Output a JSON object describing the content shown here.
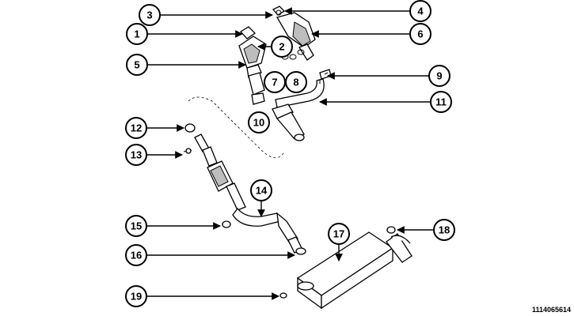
{
  "diagram": {
    "reference_number": "1114065614",
    "callouts": [
      {
        "id": "callout-1",
        "label": "1"
      },
      {
        "id": "callout-2",
        "label": "2"
      },
      {
        "id": "callout-3",
        "label": "3"
      },
      {
        "id": "callout-4",
        "label": "4"
      },
      {
        "id": "callout-5",
        "label": "5"
      },
      {
        "id": "callout-6",
        "label": "6"
      },
      {
        "id": "callout-7",
        "label": "7"
      },
      {
        "id": "callout-8",
        "label": "8"
      },
      {
        "id": "callout-9",
        "label": "9"
      },
      {
        "id": "callout-10",
        "label": "10"
      },
      {
        "id": "callout-11",
        "label": "11"
      },
      {
        "id": "callout-12",
        "label": "12"
      },
      {
        "id": "callout-13",
        "label": "13"
      },
      {
        "id": "callout-14",
        "label": "14"
      },
      {
        "id": "callout-15",
        "label": "15"
      },
      {
        "id": "callout-16",
        "label": "16"
      },
      {
        "id": "callout-17",
        "label": "17"
      },
      {
        "id": "callout-18",
        "label": "18"
      },
      {
        "id": "callout-19",
        "label": "19"
      }
    ]
  }
}
